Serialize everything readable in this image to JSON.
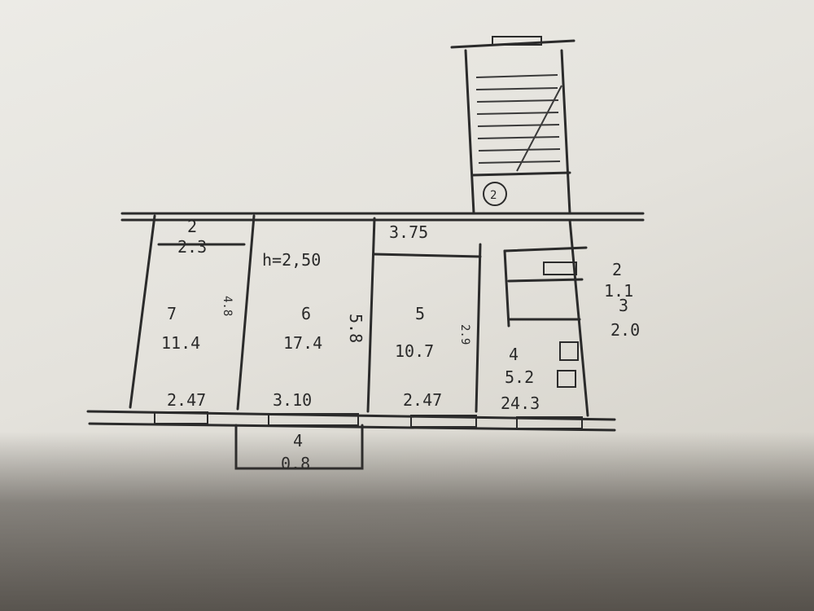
{
  "plan": {
    "ceiling_height": "h=2,50",
    "rooms": [
      {
        "number": "7",
        "area": "11.4"
      },
      {
        "number": "6",
        "area": "17.4"
      },
      {
        "number": "5",
        "area": "10.7"
      },
      {
        "number": "4",
        "area": "5.2"
      },
      {
        "number": "3",
        "area": "2.0"
      },
      {
        "number": "2",
        "area": "1.1"
      },
      {
        "number": "2",
        "area": "2.3"
      },
      {
        "number": "4",
        "area": "0.8"
      }
    ],
    "dimensions": {
      "room7_width": "2.47",
      "room6_width": "3.10",
      "room5_width": "2.47",
      "room4_width": "24.3",
      "hall_length": "3.75",
      "room6_depth": "5.8",
      "room7_side": "4.8",
      "room5_side": "2.9",
      "stair_mark": "2"
    }
  }
}
